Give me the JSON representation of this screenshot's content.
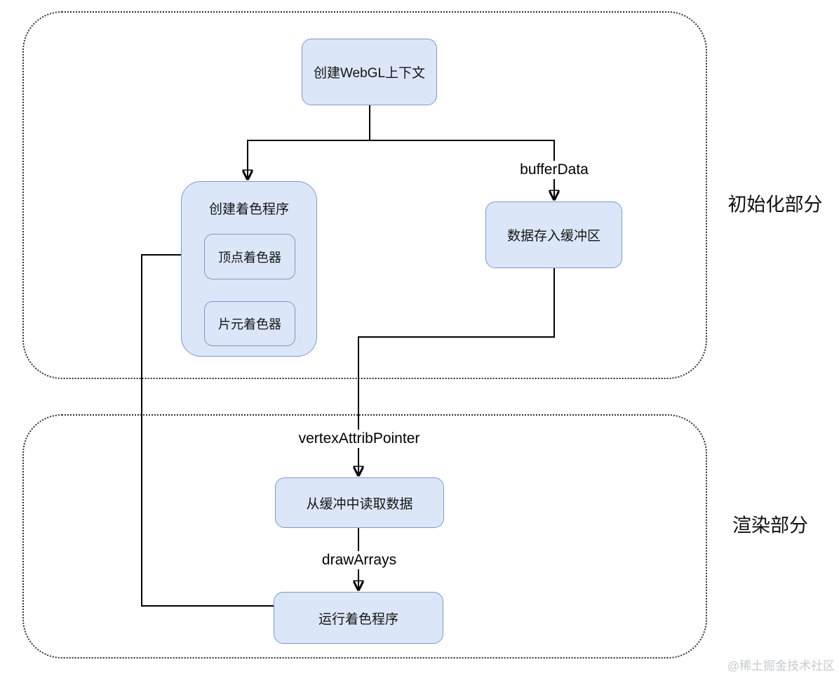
{
  "diagram": {
    "sections": [
      {
        "id": "init",
        "label": "初始化部分"
      },
      {
        "id": "render",
        "label": "渲染部分"
      }
    ],
    "nodes": {
      "webgl_context": "创建WebGL上下文",
      "shader_program": "创建着色程序",
      "vertex_shader": "顶点着色器",
      "fragment_shader": "片元着色器",
      "buffer_store": "数据存入缓冲区",
      "buffer_read": "从缓冲中读取数据",
      "run_program": "运行着色程序"
    },
    "edge_labels": {
      "buffer_data": "bufferData",
      "vertex_attrib_pointer": "vertexAttribPointer",
      "draw_arrays": "drawArrays"
    },
    "watermark": "@稀土掘金技术社区",
    "colors": {
      "node_fill": "#dbe7f8",
      "node_border": "#8496c9",
      "line": "#000000",
      "frame_dots": "#2e2e2e",
      "watermark": "#c7cacd"
    }
  }
}
